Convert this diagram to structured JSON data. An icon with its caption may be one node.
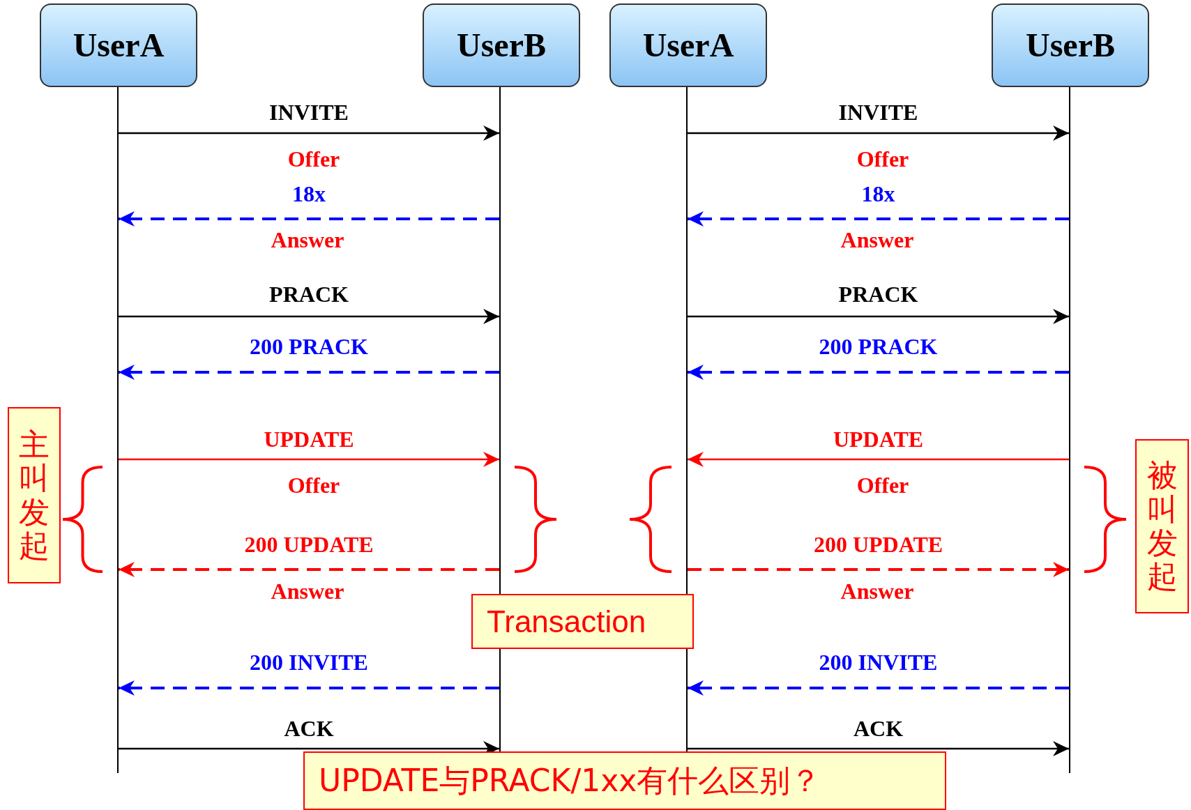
{
  "diagram": {
    "nodes": [
      {
        "text": [
          "UserA"
        ]
      },
      {
        "text": [
          "UserB"
        ]
      },
      {
        "text": [
          "UserA"
        ]
      },
      {
        "text": [
          "UserB"
        ]
      },
      {
        "text": [],
        "shape": "bar"
      },
      {
        "text": [],
        "shape": "bar"
      },
      {
        "text": [],
        "shape": "bar"
      },
      {
        "text": [],
        "shape": "bar"
      },
      {
        "text": [
          "主叫发起"
        ]
      },
      {
        "text": [
          "Transaction"
        ]
      },
      {
        "text": [
          "被叫发起"
        ]
      },
      {
        "text": [
          "UPDATE与PRACK/1xx有什么区别？"
        ]
      }
    ],
    "edges": [
      {
        "from": 4,
        "to": 5,
        "arrow": "to",
        "label": "INVITE"
      },
      {
        "from": 5,
        "to": 4,
        "arrow": "to",
        "label": "18x",
        "style": "dashed",
        "color": "#0000ff"
      },
      {
        "from": 4,
        "to": 5,
        "arrow": "to",
        "label": "PRACK"
      },
      {
        "from": 5,
        "to": 4,
        "arrow": "to",
        "label": "200 PRACK",
        "style": "dashed",
        "color": "#0000ff"
      },
      {
        "from": 4,
        "to": 5,
        "arrow": "to",
        "label": "UPDATE",
        "color": "#ff0000"
      },
      {
        "from": 5,
        "to": 4,
        "arrow": "to",
        "label": "200 UPDATE",
        "style": "dashed",
        "color": "#ff0000"
      },
      {
        "from": 5,
        "to": 4,
        "arrow": "to",
        "label": "200 INVITE",
        "style": "dashed",
        "color": "#0000ff"
      },
      {
        "from": 4,
        "to": 5,
        "arrow": "to",
        "label": "ACK"
      },
      {
        "from": 6,
        "to": 7,
        "arrow": "to",
        "label": "INVITE"
      },
      {
        "from": 7,
        "to": 6,
        "arrow": "to",
        "label": "18x",
        "style": "dashed",
        "color": "#0000ff"
      },
      {
        "from": 6,
        "to": 7,
        "arrow": "to",
        "label": "PRACK"
      },
      {
        "from": 7,
        "to": 6,
        "arrow": "to",
        "label": "200 PRACK",
        "style": "dashed",
        "color": "#0000ff"
      },
      {
        "from": 7,
        "to": 6,
        "arrow": "to",
        "label": "UPDATE",
        "color": "#ff0000"
      },
      {
        "from": 6,
        "to": 7,
        "arrow": "to",
        "label": "200 UPDATE",
        "style": "dashed",
        "color": "#ff0000"
      },
      {
        "from": 7,
        "to": 6,
        "arrow": "to",
        "label": "200 INVITE",
        "style": "dashed",
        "color": "#0000ff"
      },
      {
        "from": 6,
        "to": 7,
        "arrow": "to",
        "label": "ACK"
      }
    ],
    "labels": [
      "Offer",
      "Offer",
      "Answer",
      "Answer",
      "Offer",
      "Offer",
      "Answer",
      "Answer"
    ]
  }
}
